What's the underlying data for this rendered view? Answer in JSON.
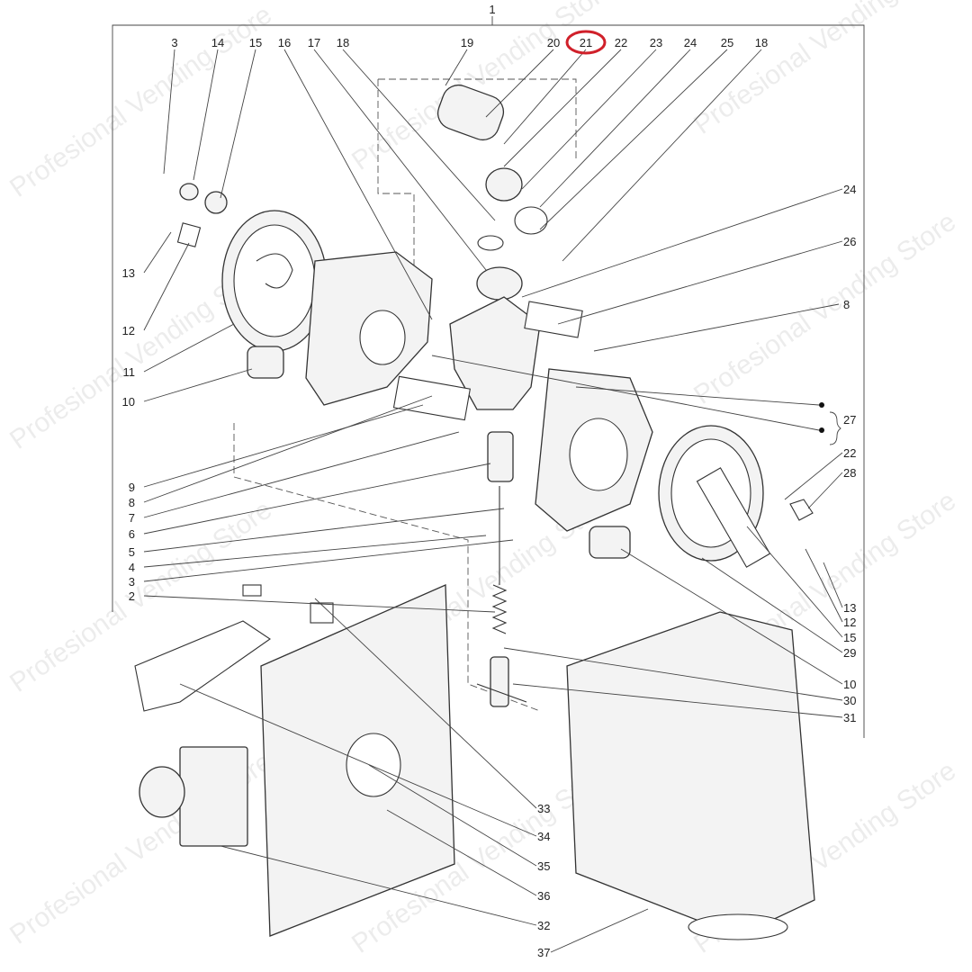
{
  "watermark": "Profesional Vending Store",
  "highlight_color": "#d0202a",
  "labels": {
    "top_assembly": "1",
    "top": [
      "3",
      "14",
      "15",
      "16",
      "17",
      "18",
      "19",
      "20",
      "21",
      "22",
      "23",
      "24",
      "25",
      "18"
    ],
    "right": [
      "24",
      "26",
      "8",
      "27",
      "22",
      "28",
      "13",
      "12",
      "15",
      "29",
      "10",
      "30",
      "31"
    ],
    "left": [
      "13",
      "12",
      "11",
      "10",
      "9",
      "8",
      "7",
      "6",
      "5",
      "4",
      "3",
      "2"
    ],
    "bottom": [
      "33",
      "34",
      "35",
      "36",
      "32",
      "37"
    ]
  },
  "highlighted_part": "21"
}
